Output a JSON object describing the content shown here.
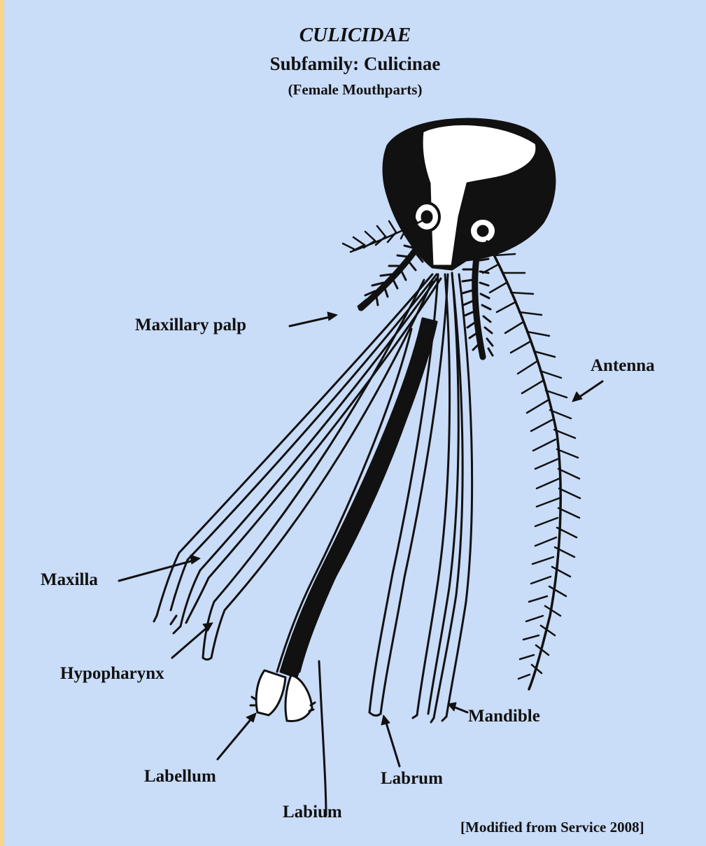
{
  "title": "CULICIDAE",
  "subtitle": "Subfamily:  Culicinae",
  "subsubtitle": "(Female Mouthparts)",
  "labels": {
    "maxillary_palp": "Maxillary palp",
    "antenna": "Antenna",
    "maxilla": "Maxilla",
    "hypopharynx": "Hypopharynx",
    "mandible": "Mandible",
    "labellum": "Labellum",
    "labrum": "Labrum",
    "labium": "Labium"
  },
  "credit": "[Modified from Service 2008]",
  "colors": {
    "background": "#c9dcf8",
    "border": "#f7d58a",
    "ink": "#111111",
    "fill": "#ffffff"
  }
}
